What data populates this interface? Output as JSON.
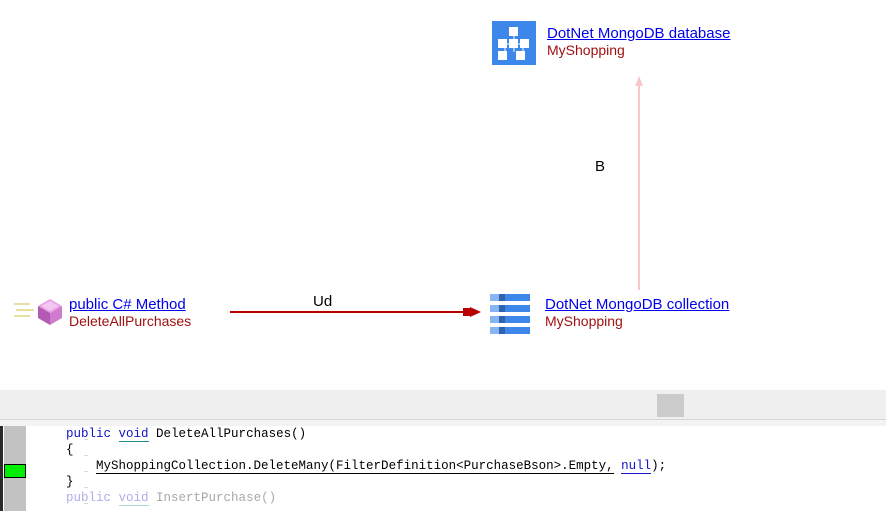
{
  "diagram": {
    "nodes": [
      {
        "id": "database",
        "icon": "mongodb-database-icon",
        "title": "DotNet MongoDB database",
        "subtitle": "MyShopping"
      },
      {
        "id": "collection",
        "icon": "mongodb-collection-icon",
        "title": "DotNet MongoDB collection",
        "subtitle": "MyShopping"
      },
      {
        "id": "method",
        "icon": "csharp-method-icon",
        "title": " public C# Method",
        "subtitle": "DeleteAllPurchases"
      }
    ],
    "edges": [
      {
        "id": "method-to-collection",
        "label": "Ud",
        "color": "#b80000"
      },
      {
        "id": "collection-to-database",
        "label": "B",
        "color": "#f7c7c7"
      }
    ]
  },
  "code": {
    "lines": [
      {
        "id": "signature",
        "tokens": [
          {
            "text": "public",
            "style": "kw"
          },
          {
            "text": " ",
            "style": "plain"
          },
          {
            "text": "void",
            "style": "kw-type"
          },
          {
            "text": " DeleteAllPurchases()",
            "style": "plain"
          }
        ]
      },
      {
        "id": "open-brace",
        "tokens": [
          {
            "text": "{",
            "style": "plain"
          }
        ]
      },
      {
        "id": "delete-many-call",
        "tokens": [
          {
            "text": "    ",
            "style": "plain"
          },
          {
            "text": "MyShoppingCollection.DeleteMany(FilterDefinition<PurchaseBson>.Empty,",
            "style": "call-underline"
          },
          {
            "text": " ",
            "style": "plain"
          },
          {
            "text": "null",
            "style": "lit-null"
          },
          {
            "text": ");",
            "style": "plain"
          }
        ]
      },
      {
        "id": "close-brace",
        "tokens": [
          {
            "text": "}",
            "style": "plain"
          }
        ]
      },
      {
        "id": "next-method-partial",
        "tokens": [
          {
            "text": "public",
            "style": "kw"
          },
          {
            "text": " ",
            "style": "plain"
          },
          {
            "text": "void",
            "style": "kw-type"
          },
          {
            "text": " InsertPurchase()",
            "style": "plain"
          }
        ]
      }
    ]
  },
  "scrollbar": {
    "horizontal_thumb_label": "horizontal-scroll-thumb"
  },
  "colors": {
    "link": "#0000ee",
    "subtitle": "#a01010",
    "arrow_primary": "#b80000",
    "arrow_secondary": "#f7c7c7",
    "icon_blue": "#3d87ea",
    "gutter": "#c2c2c2",
    "gutter_mark": "#00ee00"
  }
}
